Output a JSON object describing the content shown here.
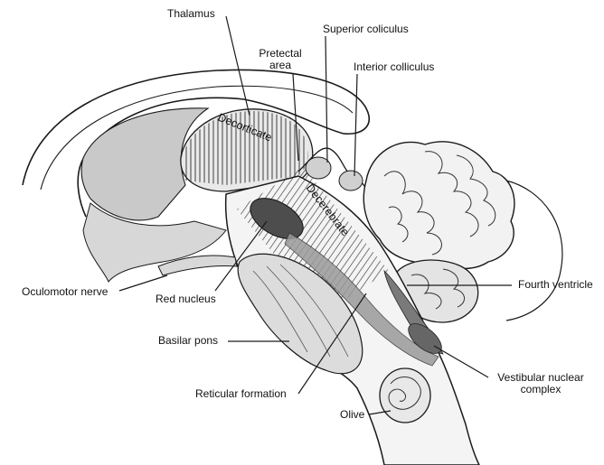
{
  "labels": {
    "thalamus": "Thalamus",
    "pretectal_line1": "Pretectal",
    "pretectal_line2": "area",
    "superior": "Superior coliculus",
    "interior": "Interior colliculus",
    "oculomotor": "Oculomotor nerve",
    "red_nucleus": "Red nucleus",
    "fourth_ventricle": "Fourth ventricle",
    "basilar_pons": "Basilar pons",
    "reticular": "Reticular formation",
    "vestibular_line1": "Vestibular nuclear",
    "vestibular_line2": "complex",
    "olive": "Olive"
  },
  "regions": {
    "decorticate": "Decorticate",
    "decerebrate": "Decerebrate"
  },
  "colors": {
    "line": "#1a1a1a",
    "shade_light": "#cfcfcf",
    "shade_mid": "#a9a9a9",
    "shade_dark": "#555555",
    "background": "#ffffff"
  }
}
